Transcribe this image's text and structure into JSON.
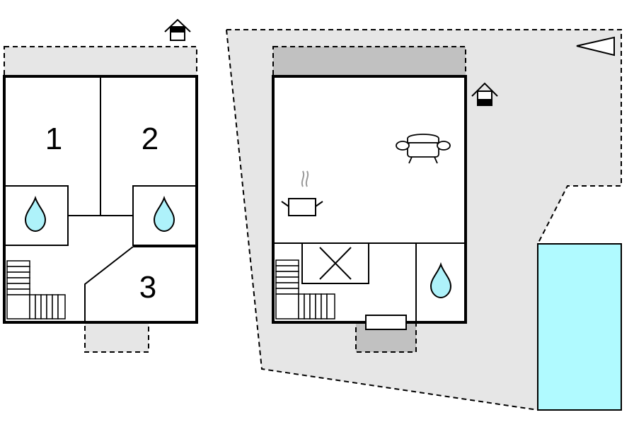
{
  "floorplan": {
    "upper_floor": {
      "rooms": [
        {
          "id": "room-1",
          "label": "1"
        },
        {
          "id": "room-2",
          "label": "2"
        },
        {
          "id": "room-3",
          "label": "3"
        }
      ]
    },
    "icons": [
      "house-entrance-icon",
      "water-drop-icon",
      "stairs-icon",
      "sofa-icon",
      "cooking-pot-icon",
      "north-arrow-icon"
    ]
  },
  "colors": {
    "terrace_gray": "#e6e6e6",
    "covered_gray": "#c1c1c1",
    "pool_cyan": "#b0faff",
    "drop_cyan": "#aef2fa",
    "wall_black": "#000000"
  }
}
